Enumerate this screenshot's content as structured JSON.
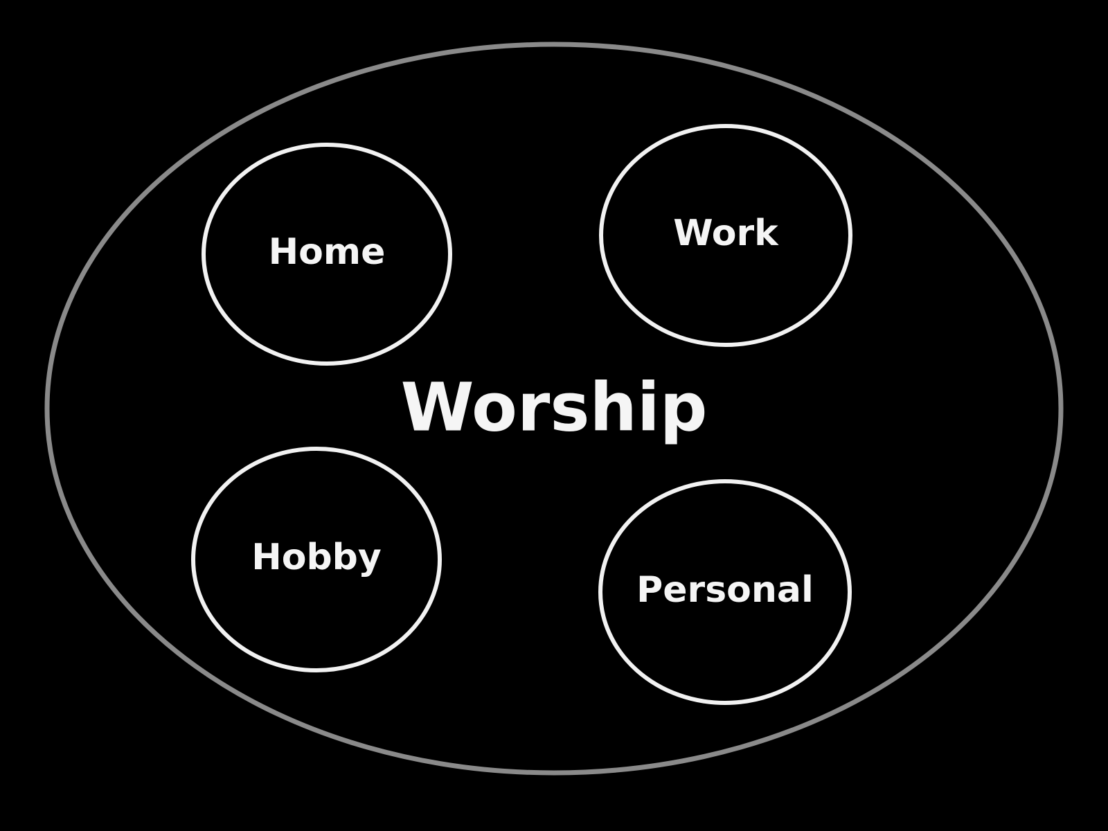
{
  "diagram": {
    "center_label": "Worship",
    "nodes": [
      {
        "id": "home",
        "label": "Home"
      },
      {
        "id": "work",
        "label": "Work"
      },
      {
        "id": "hobby",
        "label": "Hobby"
      },
      {
        "id": "personal",
        "label": "Personal"
      }
    ]
  },
  "colors": {
    "background": "#000000",
    "outer_stroke": "#8a8a8a",
    "inner_stroke": "#f2f2f2",
    "text": "#f5f5f5"
  }
}
